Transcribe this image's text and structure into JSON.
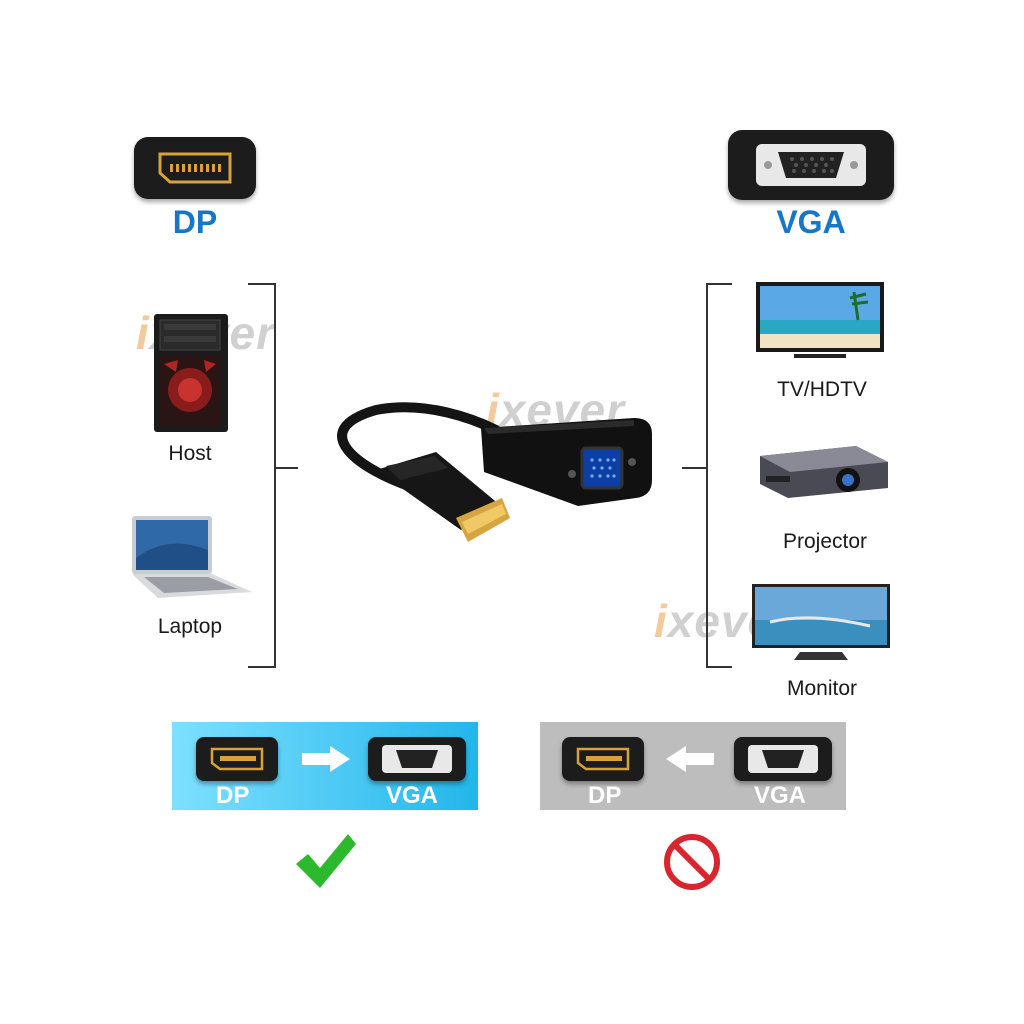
{
  "left_header": {
    "label": "DP",
    "icon": "displayport-connector-icon"
  },
  "right_header": {
    "label": "VGA",
    "icon": "vga-connector-icon"
  },
  "sources": [
    {
      "label": "Host",
      "icon": "desktop-tower-icon"
    },
    {
      "label": "Laptop",
      "icon": "laptop-icon"
    }
  ],
  "displays": [
    {
      "label": "TV/HDTV",
      "icon": "tv-icon"
    },
    {
      "label": "Projector",
      "icon": "projector-icon"
    },
    {
      "label": "Monitor",
      "icon": "monitor-icon"
    }
  ],
  "product": {
    "icon": "dp-to-vga-adapter-icon"
  },
  "watermark": "ixever",
  "supported_panel": {
    "left": "DP",
    "right": "VGA",
    "arrow": "right",
    "status": "supported",
    "status_icon": "checkmark-icon",
    "color": "#3ec8f0"
  },
  "unsupported_panel": {
    "left": "DP",
    "right": "VGA",
    "arrow": "left",
    "status": "not-supported",
    "status_icon": "prohibited-icon",
    "color": "#bdbdbd"
  },
  "colors": {
    "accent_blue": "#1677c8",
    "check_green": "#2db92d",
    "prohibit_red": "#d9262e"
  }
}
